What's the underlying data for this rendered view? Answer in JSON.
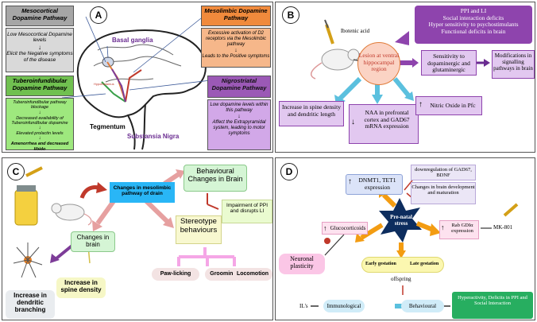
{
  "panelA": {
    "label": "A",
    "mesocortical": {
      "title": "Mesocortical Dopamine Pathway",
      "lines": [
        "Low Mesocortical Dopamine levels",
        "Elicit the Negative symptoms of the disease"
      ]
    },
    "tubero": {
      "title": "Tuberoinfundibular Dopamine Pathway",
      "lines": [
        "Tuberoinfundibular pathway blockage",
        "Decreased availability of Tuberoinfundibular dopamine",
        "Elevated prolactin levels",
        "Amenorrhea and decreased libido"
      ]
    },
    "mesolimbic": {
      "title": "Mesolimbic Dopamine Pathway",
      "lines": [
        "Excessive activation of D2 receptors via the Mesolimbic pathway",
        "Leads to the Positive symptoms"
      ]
    },
    "nigro": {
      "title": "Nigrostriatal Dopamine Pathway",
      "lines": [
        "Low dopamine levels within this pathway",
        "Affect the Extrapyramidal system, leading to motor symptoms"
      ]
    },
    "basal_ganglia": "Basal ganglia",
    "hypothalamus": "Hypothalamus",
    "tegmentum": "Tegmentum",
    "substantia_nigra": "Substansia Nigra"
  },
  "panelB": {
    "label": "B",
    "ibotenic": "Ibotenic acid",
    "lesion": "Lesion at ventral hippocampal region",
    "deficits": [
      "PPI and LI",
      "Social interaction deficits",
      "Hyper sensitivity to psychostimulants",
      "Functional deficits in brain"
    ],
    "sensitivity": "Sensitivity to dopaminergic and glutaminergic",
    "modifications": "Modifications in signalling pathways in brain",
    "spine": "Increase in spine density and dendritic length",
    "naa": "NAA in prefrontal cortex and GAD67 mRNA expression",
    "nitric": "Nitric Oxide in Pfc"
  },
  "panelC": {
    "label": "C",
    "changes_meso": "Changes in mesolimbic pathway of drain",
    "behavioural": "Behavioural Changes in Brain",
    "impairment": "Impairment of PPI and disrupts LI",
    "stereotype": "Stereotype behaviours",
    "stereo_items": [
      "Paw-licking",
      "Grooming",
      "Locomotion"
    ],
    "changes_brain": "Changes in brain",
    "spine": "Increase in spine density",
    "dendritic": "Increase in dendritic branching"
  },
  "panelD": {
    "label": "D",
    "center": "Pre-natal stress",
    "dnmt": "DNMT1, TET1 expression",
    "downreg": "downregulation of GAD67, BDNF",
    "brain_dev": "Changes in brain development and maturation",
    "glucocorticoids": "Glucocorticoids",
    "neuronal": "Neuronal plasticity",
    "rab": "Rab GDIα expression",
    "mk801": "MK-801",
    "early": "Early gestation",
    "late": "Late gestation",
    "offspring": "offspring",
    "ils": "IL's",
    "immunological": "Immunological",
    "behavioural": "Behavioural",
    "hypo": "Hyperactivity, Deficits in PPI and Social Interaction"
  }
}
